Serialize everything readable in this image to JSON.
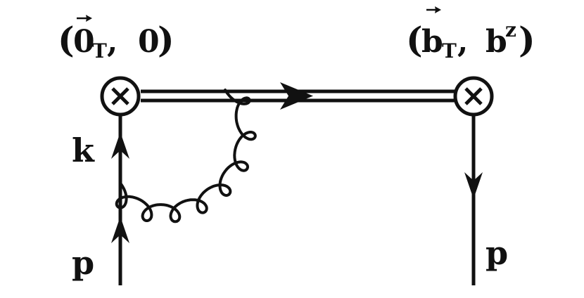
{
  "colors": {
    "stroke": "#111111",
    "background": "#ffffff"
  },
  "labels": {
    "left_vertex": {
      "open": "(",
      "vec": "0",
      "sub": "T",
      "sep": ", ",
      "val": "0",
      "close": ")"
    },
    "right_vertex": {
      "open": "(",
      "vec": "b",
      "sub": "T",
      "sep": ", ",
      "val": "b",
      "sup": "z",
      "close": ")"
    },
    "momentum_k": "k",
    "momentum_p_left": "p",
    "momentum_p_right": "p"
  },
  "icons": {
    "left_vertex": "circled-cross-icon",
    "right_vertex": "circled-cross-icon",
    "gluon": "gluon-spring-icon"
  }
}
